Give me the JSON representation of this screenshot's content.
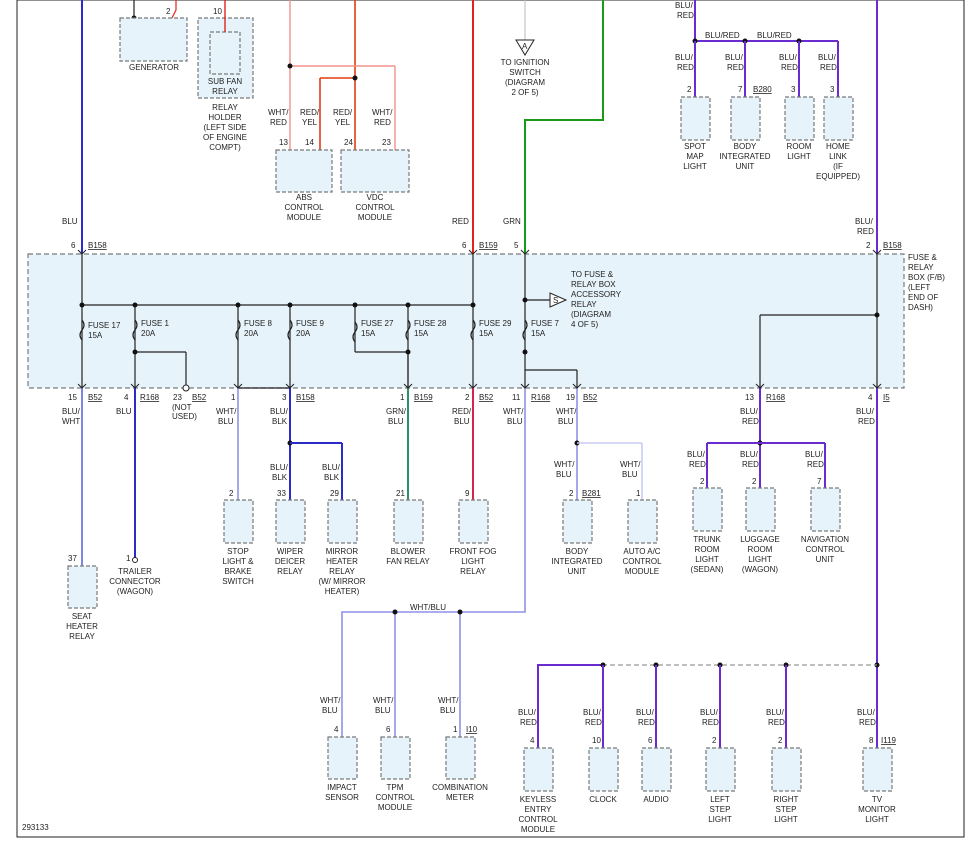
{
  "colors": {
    "blu": "#2b2bc8",
    "red": "#e0241b",
    "grn": "#1a9a1a",
    "blu_red": "#6a2bd0",
    "wht_blu": "#8f92e8",
    "wht_red": "#f0938a",
    "red_yel": "#e23c12",
    "blu_blk": "#2b2bc8",
    "grn_blu": "#2a8f6a",
    "red_blu": "#d8244a",
    "blu_wht": "#7f86e6",
    "black": "#222222"
  },
  "fuse_box": {
    "label": [
      "FUSE &",
      "RELAY",
      "BOX (F/B)",
      "(LEFT",
      "END OF",
      "DASH)"
    ]
  },
  "figure_id": "293133",
  "components": [
    {
      "label": [
        "GENERATOR"
      ],
      "pin": "2"
    },
    {
      "label": [
        "SUB FAN",
        "RELAY"
      ],
      "pin": "10"
    },
    {
      "label": [
        "RELAY",
        "HOLDER",
        "(LEFT SIDE",
        "OF ENGINE",
        "COMPT)"
      ]
    },
    {
      "label": [
        "ABS",
        "CONTROL",
        "MODULE"
      ],
      "pins": [
        "13",
        "14"
      ]
    },
    {
      "label": [
        "VDC",
        "CONTROL",
        "MODULE"
      ],
      "pins": [
        "24",
        "23"
      ]
    },
    {
      "label": [
        "TO IGNITION",
        "SWITCH",
        "(DIAGRAM",
        "2 OF 5)"
      ],
      "flag": "A"
    },
    {
      "label": [
        "SPOT",
        "MAP",
        "LIGHT"
      ],
      "pin": "2"
    },
    {
      "label": [
        "BODY",
        "INTEGRATED",
        "UNIT"
      ],
      "pin": "7",
      "connector": "B280"
    },
    {
      "label": [
        "ROOM",
        "LIGHT"
      ],
      "pin": "3"
    },
    {
      "label": [
        "HOME",
        "LINK",
        "(IF",
        "EQUIPPED)"
      ],
      "pin": "3"
    },
    {
      "label": [
        "SEAT",
        "HEATER",
        "RELAY"
      ],
      "pin": "37"
    },
    {
      "label": [
        "TRAILER",
        "CONNECTOR",
        "(WAGON)"
      ],
      "pin": "1"
    },
    {
      "label": [
        "STOP",
        "LIGHT &",
        "BRAKE",
        "SWITCH"
      ],
      "pin": "2"
    },
    {
      "label": [
        "WIPER",
        "DEICER",
        "RELAY"
      ],
      "pin": "33"
    },
    {
      "label": [
        "MIRROR",
        "HEATER",
        "RELAY",
        "(W/ MIRROR",
        "HEATER)"
      ],
      "pin": "29"
    },
    {
      "label": [
        "BLOWER",
        "FAN RELAY"
      ],
      "pin": "21"
    },
    {
      "label": [
        "FRONT FOG",
        "LIGHT",
        "RELAY"
      ],
      "pin": "9"
    },
    {
      "label": [
        "BODY",
        "INTEGRATED",
        "UNIT"
      ],
      "pin": "2",
      "connector": "B281"
    },
    {
      "label": [
        "AUTO A/C",
        "CONTROL",
        "MODULE"
      ],
      "pin": "1"
    },
    {
      "label": [
        "TRUNK",
        "ROOM",
        "LIGHT",
        "(SEDAN)"
      ],
      "pin": "2"
    },
    {
      "label": [
        "LUGGAGE",
        "ROOM",
        "LIGHT",
        "(WAGON)"
      ],
      "pin": "2"
    },
    {
      "label": [
        "NAVIGATION",
        "CONTROL",
        "UNIT"
      ],
      "pin": "7"
    },
    {
      "label": [
        "IMPACT",
        "SENSOR"
      ],
      "pin": "4"
    },
    {
      "label": [
        "TPM",
        "CONTROL",
        "MODULE"
      ],
      "pin": "6"
    },
    {
      "label": [
        "COMBINATION",
        "METER"
      ],
      "pin": "1",
      "connector": "I10"
    },
    {
      "label": [
        "KEYLESS",
        "ENTRY",
        "CONTROL",
        "MODULE"
      ],
      "pin": "4"
    },
    {
      "label": [
        "CLOCK"
      ],
      "pin": "10"
    },
    {
      "label": [
        "AUDIO"
      ],
      "pin": "6"
    },
    {
      "label": [
        "LEFT",
        "STEP",
        "LIGHT"
      ],
      "pin": "2"
    },
    {
      "label": [
        "RIGHT",
        "STEP",
        "LIGHT"
      ],
      "pin": "2"
    },
    {
      "label": [
        "TV",
        "MONITOR",
        "LIGHT"
      ],
      "pin": "8",
      "connector": "I119"
    }
  ],
  "fuses": [
    {
      "name": "FUSE 17",
      "rating": "15A"
    },
    {
      "name": "FUSE 1",
      "rating": "20A"
    },
    {
      "name": "FUSE 8",
      "rating": "20A"
    },
    {
      "name": "FUSE 9",
      "rating": "20A"
    },
    {
      "name": "FUSE 27",
      "rating": "15A"
    },
    {
      "name": "FUSE 28",
      "rating": "15A"
    },
    {
      "name": "FUSE 29",
      "rating": "15A"
    },
    {
      "name": "FUSE 7",
      "rating": "15A"
    }
  ],
  "top_terminals": [
    {
      "pin": "6",
      "connector": "B158",
      "wire": "BLU"
    },
    {
      "pin": "6",
      "connector": "B159",
      "wire": "RED"
    },
    {
      "pin": "5",
      "connector": "",
      "wire": "GRN"
    },
    {
      "pin": "2",
      "connector": "B158",
      "wire": [
        "BLU/",
        "RED"
      ]
    }
  ],
  "bottom_terminals": [
    {
      "pin": "15",
      "connector": "B52",
      "wire": [
        "BLU/",
        "WHT"
      ]
    },
    {
      "pin": "4",
      "connector": "R168",
      "wire": [
        "BLU"
      ]
    },
    {
      "pin": "23",
      "connector": "B52",
      "wire": [
        "(NOT",
        "USED)"
      ]
    },
    {
      "pin": "1",
      "connector": "",
      "wire": [
        "WHT/",
        "BLU"
      ]
    },
    {
      "pin": "3",
      "connector": "B158",
      "wire": [
        "BLU/",
        "BLK"
      ]
    },
    {
      "pin": "1",
      "connector": "B159",
      "wire": [
        "GRN/",
        "BLU"
      ]
    },
    {
      "pin": "2",
      "connector": "B52",
      "wire": [
        "RED/",
        "BLU"
      ]
    },
    {
      "pin": "11",
      "connector": "R168",
      "wire": [
        "WHT/",
        "BLU"
      ]
    },
    {
      "pin": "19",
      "connector": "B52",
      "wire": [
        "WHT/",
        "BLU"
      ]
    },
    {
      "pin": "13",
      "connector": "R168",
      "wire": [
        "BLU/",
        "RED"
      ]
    },
    {
      "pin": "4",
      "connector": "I5",
      "wire": [
        "BLU/",
        "RED"
      ]
    }
  ],
  "relay_ref": {
    "flag": "S",
    "label": [
      "TO FUSE &",
      "RELAY BOX",
      "ACCESSORY",
      "RELAY",
      "(DIAGRAM",
      "4 OF 5)"
    ]
  },
  "wire_labels": {
    "wht_red": [
      "WHT/",
      "RED"
    ],
    "red_yel": [
      "RED/",
      "YEL"
    ],
    "blu_red": [
      "BLU/",
      "RED"
    ],
    "blu_red_inline": "BLU/RED",
    "wht_blu": [
      "WHT/",
      "BLU"
    ],
    "wht_blu_inline": "WHT/BLU",
    "blu_blk": [
      "BLU/",
      "BLK"
    ]
  }
}
